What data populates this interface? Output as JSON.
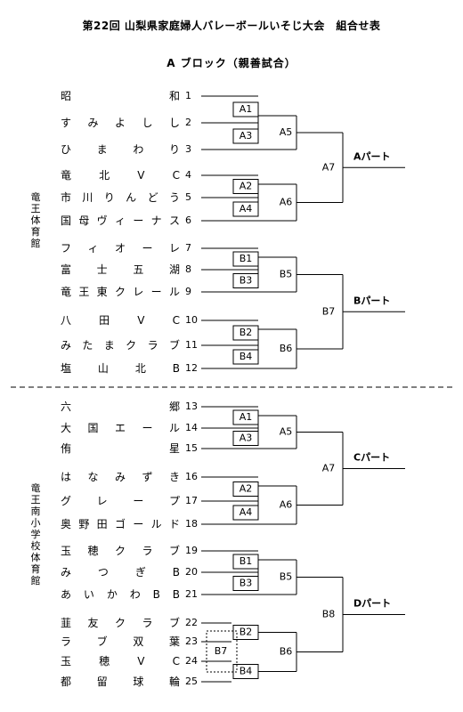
{
  "header": {
    "title": "第22回 山梨県家庭婦人バレーボールいそじ大会　組合せ表",
    "subtitle": "A ブロック（親善試合）"
  },
  "venues": [
    "竜王体育館",
    "竜王南小学校体育館"
  ],
  "teams": [
    {
      "name": "昭和",
      "no": "1"
    },
    {
      "name": "すみよしし",
      "no": "2"
    },
    {
      "name": "ひまわり",
      "no": "3"
    },
    {
      "name": "竜北VC",
      "no": "4"
    },
    {
      "name": "市川りんどう",
      "no": "5"
    },
    {
      "name": "国母ヴィーナス",
      "no": "6"
    },
    {
      "name": "フィオーレ",
      "no": "7"
    },
    {
      "name": "富士五湖",
      "no": "8"
    },
    {
      "name": "竜王東クレール",
      "no": "9"
    },
    {
      "name": "八田VC",
      "no": "10"
    },
    {
      "name": "みたまクラブ",
      "no": "11"
    },
    {
      "name": "塩山北B",
      "no": "12"
    },
    {
      "name": "六郷",
      "no": "13"
    },
    {
      "name": "大国エール",
      "no": "14"
    },
    {
      "name": "侑星",
      "no": "15"
    },
    {
      "name": "はなみずき",
      "no": "16"
    },
    {
      "name": "グレープ",
      "no": "17"
    },
    {
      "name": "奥野田ゴールド",
      "no": "18"
    },
    {
      "name": "玉穂クラブ",
      "no": "19"
    },
    {
      "name": "みつぎB",
      "no": "20"
    },
    {
      "name": "あいかわBB",
      "no": "21"
    },
    {
      "name": "韮友クラブ",
      "no": "22"
    },
    {
      "name": "ラブ双葉",
      "no": "23"
    },
    {
      "name": "玉穂VC",
      "no": "24"
    },
    {
      "name": "都留球輪",
      "no": "25"
    }
  ],
  "bracket": {
    "top": {
      "first_round": [
        "A1",
        "A3",
        "A2",
        "A4",
        "B1",
        "B3",
        "B2",
        "B4"
      ],
      "second_round": [
        "A5",
        "A6",
        "B5",
        "B6"
      ],
      "third_round": [
        "A7",
        "B7"
      ],
      "parts": [
        "Aパート",
        "Bパート"
      ]
    },
    "bottom": {
      "first_round": [
        "A1",
        "A3",
        "A2",
        "A4",
        "B1",
        "B3",
        "B2",
        "B4"
      ],
      "extra_match": "B7",
      "second_round": [
        "A5",
        "A6",
        "B5",
        "B6"
      ],
      "third_round": [
        "A7",
        "B8"
      ],
      "parts": [
        "Cパート",
        "Dパート"
      ]
    }
  }
}
